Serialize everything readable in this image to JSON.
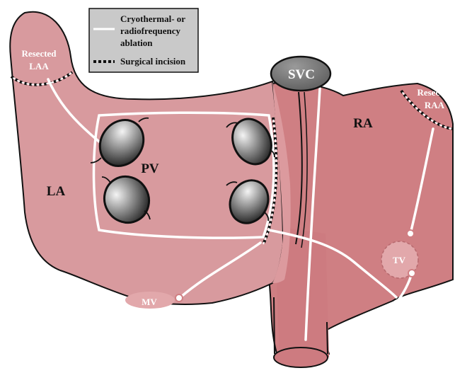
{
  "legend": {
    "ablation_line1": "Cryothermal- or",
    "ablation_line2": "radiofrequency",
    "ablation_line3": "ablation",
    "incision": "Surgical incision"
  },
  "labels": {
    "resected_laa_1": "Resected",
    "resected_laa_2": "LAA",
    "resected_raa_1": "Resected",
    "resected_raa_2": "RAA",
    "svc": "SVC",
    "ra": "RA",
    "la": "LA",
    "pv": "PV",
    "mv": "MV",
    "tv": "TV"
  },
  "colors": {
    "la_fill": "#d89a9e",
    "ra_fill": "#cf7f83",
    "overlap_fill": "#dc9a9e",
    "valve_fill": "#e2a8ab",
    "legend_bg": "#c9c9c9",
    "ablation_line": "#ffffff",
    "outline": "#111111"
  }
}
